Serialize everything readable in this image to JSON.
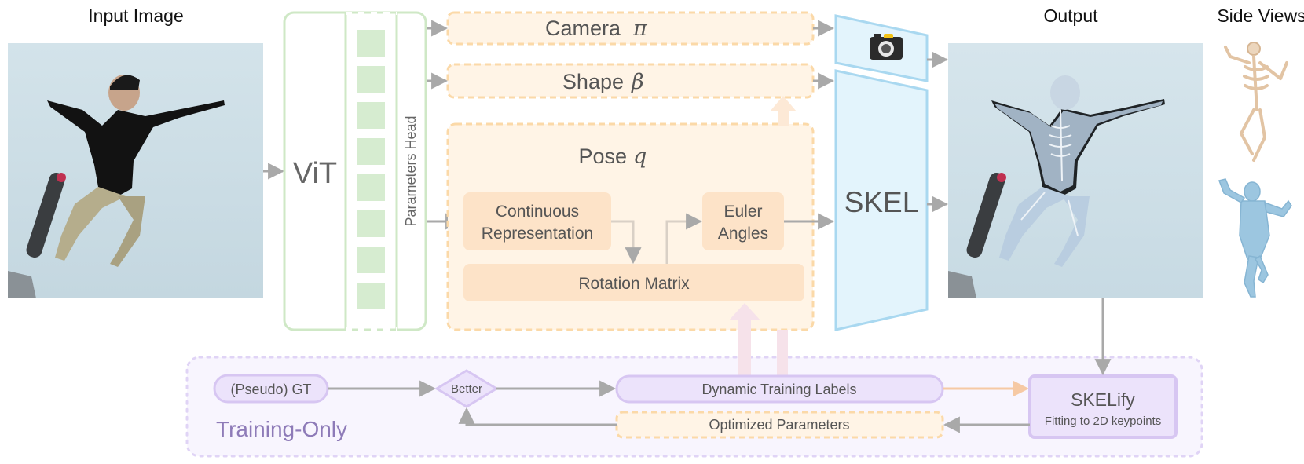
{
  "headers": {
    "input": "Input Image",
    "output": "Output",
    "side_views": "Side Views"
  },
  "encoder": {
    "vit": "ViT",
    "params_head": "Parameters Head"
  },
  "outputs": {
    "camera": "Camera",
    "camera_symbol": "π",
    "shape": "Shape",
    "shape_symbol": "β",
    "pose": "Pose",
    "pose_symbol": "q"
  },
  "pose_pipeline": {
    "continuous_line1": "Continuous",
    "continuous_line2": "Representation",
    "euler_line1": "Euler",
    "euler_line2": "Angles",
    "rotation": "Rotation Matrix"
  },
  "model": {
    "skel": "SKEL"
  },
  "training": {
    "label": "Training-Only",
    "pseudo_gt": "(Pseudo) GT",
    "better": "Better",
    "dynamic_labels": "Dynamic Training Labels",
    "optimized_params": "Optimized Parameters",
    "skelify": "SKELify",
    "skelify_sub": "Fitting to 2D keypoints"
  },
  "colors": {
    "green_border": "#cfe8c6",
    "green_fill": "#d6ecd0",
    "orange_border": "#fbd9a8",
    "orange_fill": "#fff4e6",
    "orange_box": "#fde3c8",
    "blue_border": "#a9d8f0",
    "blue_fill": "#e3f4fc",
    "purple_border": "#d7c6f2",
    "purple_fill": "#ece3fb",
    "purple_bg": "#f8f5fe",
    "arrow": "#a9a9a9",
    "text_dark": "#555555",
    "text_purple": "#8e7bb8"
  },
  "icons": [
    "camera-icon",
    "input-photo",
    "output-photo",
    "skeleton-side-view",
    "mesh-side-view"
  ]
}
